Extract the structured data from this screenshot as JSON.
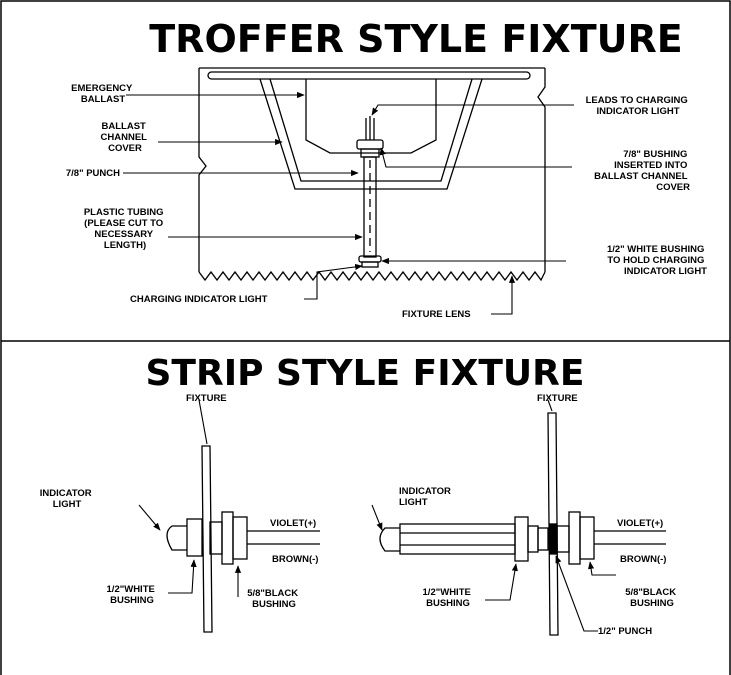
{
  "troffer": {
    "title": "TROFFER STYLE FIXTURE",
    "labels": {
      "emergency_ballast": [
        "EMERGENCY",
        "BALLAST"
      ],
      "ballast_channel_cover": [
        "BALLAST",
        "CHANNEL",
        "COVER"
      ],
      "punch": [
        "7/8\" PUNCH"
      ],
      "plastic_tubing": [
        "PLASTIC TUBING",
        "(PLEASE CUT TO",
        "NECESSARY",
        "LENGTH)"
      ],
      "charging_indicator_light": [
        "CHARGING INDICATOR LIGHT"
      ],
      "leads": [
        "LEADS TO CHARGING",
        "INDICATOR LIGHT"
      ],
      "bushing_78": [
        "7/8\" BUSHING",
        "INSERTED INTO",
        "BALLAST CHANNEL",
        "COVER"
      ],
      "white_bushing": [
        "1/2\" WHITE BUSHING",
        "TO HOLD CHARGING",
        "INDICATOR LIGHT"
      ],
      "fixture_lens": [
        "FIXTURE LENS"
      ]
    }
  },
  "strip": {
    "title": "STRIP STYLE FIXTURE",
    "left": {
      "fixture": [
        "FIXTURE"
      ],
      "indicator_light": [
        "INDICATOR",
        "LIGHT"
      ],
      "violet": [
        "VIOLET(+)"
      ],
      "brown": [
        "BROWN(-)"
      ],
      "white_bushing": [
        "1/2\"WHITE",
        "BUSHING"
      ],
      "black_bushing": [
        "5/8\"BLACK",
        "BUSHING"
      ]
    },
    "right": {
      "fixture": [
        "FIXTURE"
      ],
      "indicator_light": [
        "INDICATOR",
        "LIGHT"
      ],
      "violet": [
        "VIOLET(+)"
      ],
      "brown": [
        "BROWN(-)"
      ],
      "white_bushing": [
        "1/2\"WHITE",
        "BUSHING"
      ],
      "black_bushing": [
        "5/8\"BLACK",
        "BUSHING"
      ],
      "punch": [
        "1/2\" PUNCH"
      ]
    }
  }
}
